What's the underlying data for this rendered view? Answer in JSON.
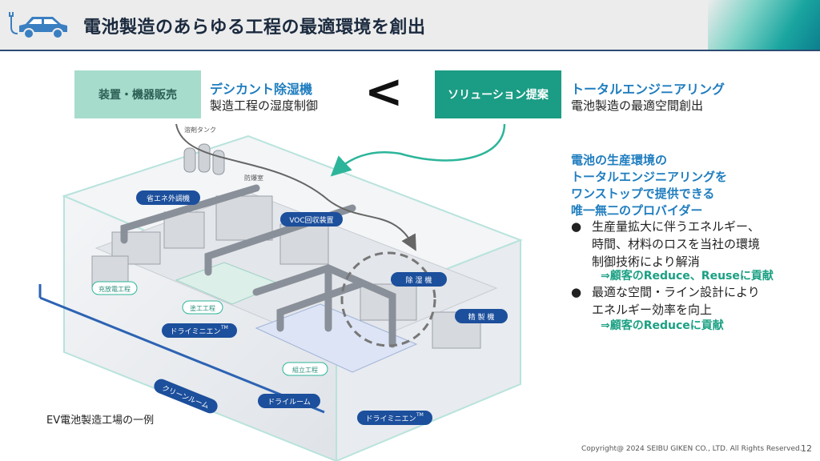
{
  "header": {
    "title": "電池製造のあらゆる工程の最適環境を創出",
    "icon": "ev-car-icon",
    "accent_color": "#1aa5a0",
    "line_color": "#2c4b73"
  },
  "left_offer": {
    "box_label": "装置・機器販売",
    "title": "デシカント除湿機",
    "desc": "製造工程の湿度制御",
    "box_color": "#a6dccc"
  },
  "comparison_symbol": "<",
  "right_offer": {
    "box_label": "ソリューション提案",
    "title": "トータルエンジニアリング",
    "desc": "電池製造の最適空間創出",
    "box_color": "#1b9c84"
  },
  "lead_lines": [
    "電池の生産環境の",
    "トータルエンジニアリングを",
    "ワンストップで提供できる",
    "唯一無二のプロバイダー"
  ],
  "bullets": [
    {
      "marker": "●",
      "lines": [
        "生産量拡大に伴うエネルギー、",
        "時間、材料のロスを当社の環境",
        "制御技術により解消"
      ],
      "impact": "⇒顧客のReduce、Reuseに貢献"
    },
    {
      "marker": "●",
      "lines": [
        "最適な空間・ライン設計により",
        "エネルギー効率を向上"
      ],
      "impact": "⇒顧客のReduceに貢献"
    }
  ],
  "diagram_labels": {
    "solvent_tank": "溶剤タンク",
    "explosion_proof_room": "防爆室",
    "energy_saving_ac": "省エネ外調機",
    "voc_recovery": "VOC回収装置",
    "charge_discharge": "充放電工程",
    "coating": "塗工工程",
    "dry_mini_env_1": "ドライミニエン",
    "dry_mini_env_2": "ドライミニエン",
    "tm": "TM",
    "dehumidifier": "除 湿 機",
    "precision_ac": "精 製 機",
    "assembly": "組立工程",
    "dry_room": "ドライルーム",
    "clean_room": "クリーンルーム"
  },
  "caption": "EV電池製造工場の一例",
  "footer": {
    "copyright": "Copyright@ 2024 SEIBU GIKEN CO., LTD. All Rights Reserved.",
    "page": "12"
  }
}
